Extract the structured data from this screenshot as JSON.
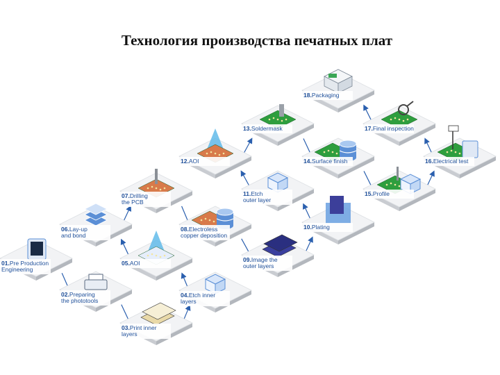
{
  "title": "Технология производства печатных плат",
  "steps": [
    {
      "num": "01.",
      "lines": [
        "Pre Production",
        "Engineering"
      ]
    },
    {
      "num": "02.",
      "lines": [
        "Preparing",
        "the phototools"
      ]
    },
    {
      "num": "03.",
      "lines": [
        "Print inner",
        "layers"
      ]
    },
    {
      "num": "04.",
      "lines": [
        "Etch inner",
        "layers"
      ]
    },
    {
      "num": "05.",
      "lines": [
        "AOI"
      ]
    },
    {
      "num": "06.",
      "lines": [
        "Lay-up",
        "and bond"
      ]
    },
    {
      "num": "07.",
      "lines": [
        "Drilling",
        "the PCB"
      ]
    },
    {
      "num": "08.",
      "lines": [
        "Electroless",
        "copper deposition"
      ]
    },
    {
      "num": "09.",
      "lines": [
        "Image the",
        "outer layers"
      ]
    },
    {
      "num": "10.",
      "lines": [
        "Plating"
      ]
    },
    {
      "num": "11.",
      "lines": [
        "Etch",
        "outer layer"
      ]
    },
    {
      "num": "12.",
      "lines": [
        "AOI"
      ]
    },
    {
      "num": "13.",
      "lines": [
        "Soldermask"
      ]
    },
    {
      "num": "14.",
      "lines": [
        "Surface finish"
      ]
    },
    {
      "num": "15.",
      "lines": [
        "Profile"
      ]
    },
    {
      "num": "16.",
      "lines": [
        "Electrical test"
      ]
    },
    {
      "num": "17.",
      "lines": [
        "Final inspection"
      ]
    },
    {
      "num": "18.",
      "lines": [
        "Packaging"
      ]
    }
  ],
  "colors": {
    "label": "#1e4f9a",
    "arrow": "#2a5fae",
    "tile_top": "#f2f3f5",
    "tile_side": "#c9ccd1",
    "pcb_green": "#2e9e3e",
    "pcb_copper": "#d87a4a",
    "blue_block": "#5b8fd6",
    "beam": "#57b6e8"
  }
}
